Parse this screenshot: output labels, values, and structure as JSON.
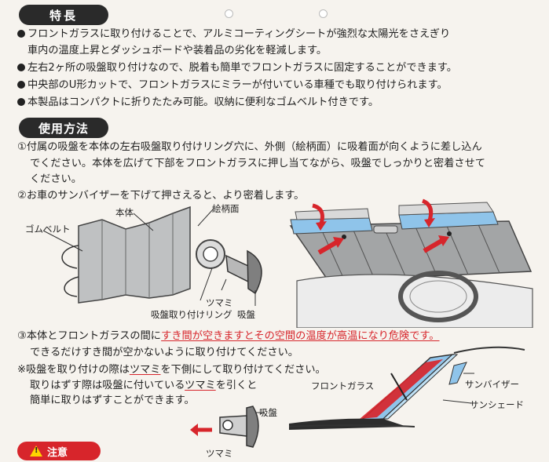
{
  "section1": {
    "title": "特長",
    "bullets": [
      "フロントガラスに取り付けることで、アルミコーティングシートが強烈な太陽光をさえぎり",
      "車内の温度上昇とダッシュボードや装着品の劣化を軽減します。",
      "左右2ヶ所の吸盤取り付けなので、脱着も簡単でフロントガラスに固定することができます。",
      "中央部のU形カットで、フロントガラスにミラーが付いている車種でも取り付けられます。",
      "本製品はコンパクトに折りたたみ可能。収納に便利なゴムベルト付きです。"
    ]
  },
  "section2": {
    "title": "使用方法",
    "step1": [
      "①付属の吸盤を本体の左右吸盤取り付けリング穴に、外側（絵柄面）に吸着面が向くように差し込ん",
      "でください。本体を広げて下部をフロントガラスに押し当てながら、吸盤でしっかりと密着させて",
      "ください。"
    ],
    "step2": "②お車のサンバイザーを下げて押さえると、より密着します。",
    "labels": {
      "body": "本体",
      "gom_belt": "ゴムベルト",
      "pattern_face": "絵柄面",
      "tsumami": "ツマミ",
      "ring": "吸盤取り付けリング",
      "kyuban": "吸盤",
      "front_glass": "フロントガラス",
      "sun_visor": "サンバイザー",
      "sun_shade": "サンシェード",
      "kyuban2": "吸盤",
      "tsumami2": "ツマミ"
    },
    "step3": {
      "prefix": "③本体とフロントガラスの間に",
      "warning": "すき間が空きますとその空間の温度が高温になり危険です。",
      "line2": "できるだけすき間が空かないように取り付けてください。"
    },
    "note": {
      "line1_a": "※吸盤を取り付けの際は",
      "line1_b": "ツマミ",
      "line1_c": "を下側にして取り付けてください。",
      "line2_a": "取りはずす際は吸盤に付いている",
      "line2_b": "ツマミ",
      "line2_c": "を引くと",
      "line3": "簡単に取りはずすことができます。"
    }
  },
  "caution": {
    "title": "注意"
  },
  "colors": {
    "red": "#d7252b",
    "blue": "#8fc4ea",
    "pill": "#2a2a2a"
  }
}
